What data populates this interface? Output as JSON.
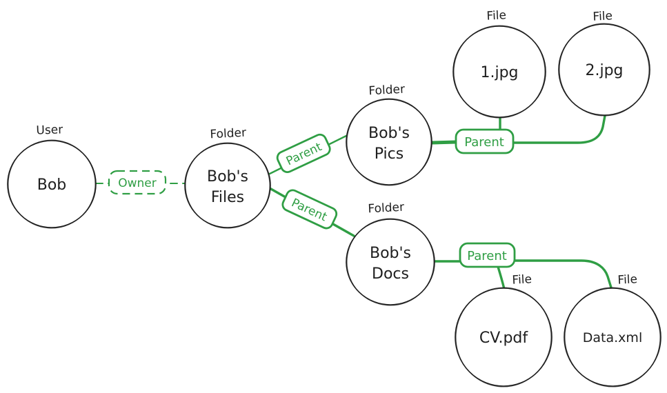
{
  "diagram": {
    "background_color": "#ffffff",
    "ink_color": "#1e1e1e",
    "accent_color": "#2f9e44",
    "nodes": {
      "bob": {
        "type_label": "User",
        "label": "Bob"
      },
      "bobs_files": {
        "type_label": "Folder",
        "label_line1": "Bob's",
        "label_line2": "Files"
      },
      "bobs_pics": {
        "type_label": "Folder",
        "label_line1": "Bob's",
        "label_line2": "Pics"
      },
      "file_1jpg": {
        "type_label": "File",
        "label": "1.jpg"
      },
      "file_2jpg": {
        "type_label": "File",
        "label": "2.jpg"
      },
      "bobs_docs": {
        "type_label": "Folder",
        "label_line1": "Bob's",
        "label_line2": "Docs"
      },
      "cv_pdf": {
        "type_label": "File",
        "label": "CV.pdf"
      },
      "data_xml": {
        "type_label": "File",
        "label": "Data.xml"
      }
    },
    "edges": {
      "owner": {
        "label": "Owner",
        "style": "dashed"
      },
      "parent_files_pics": {
        "label": "Parent",
        "style": "solid"
      },
      "parent_files_docs": {
        "label": "Parent",
        "style": "solid"
      },
      "parent_pics_kids": {
        "label": "Parent",
        "style": "solid"
      },
      "parent_docs_kids": {
        "label": "Parent",
        "style": "solid"
      }
    }
  }
}
